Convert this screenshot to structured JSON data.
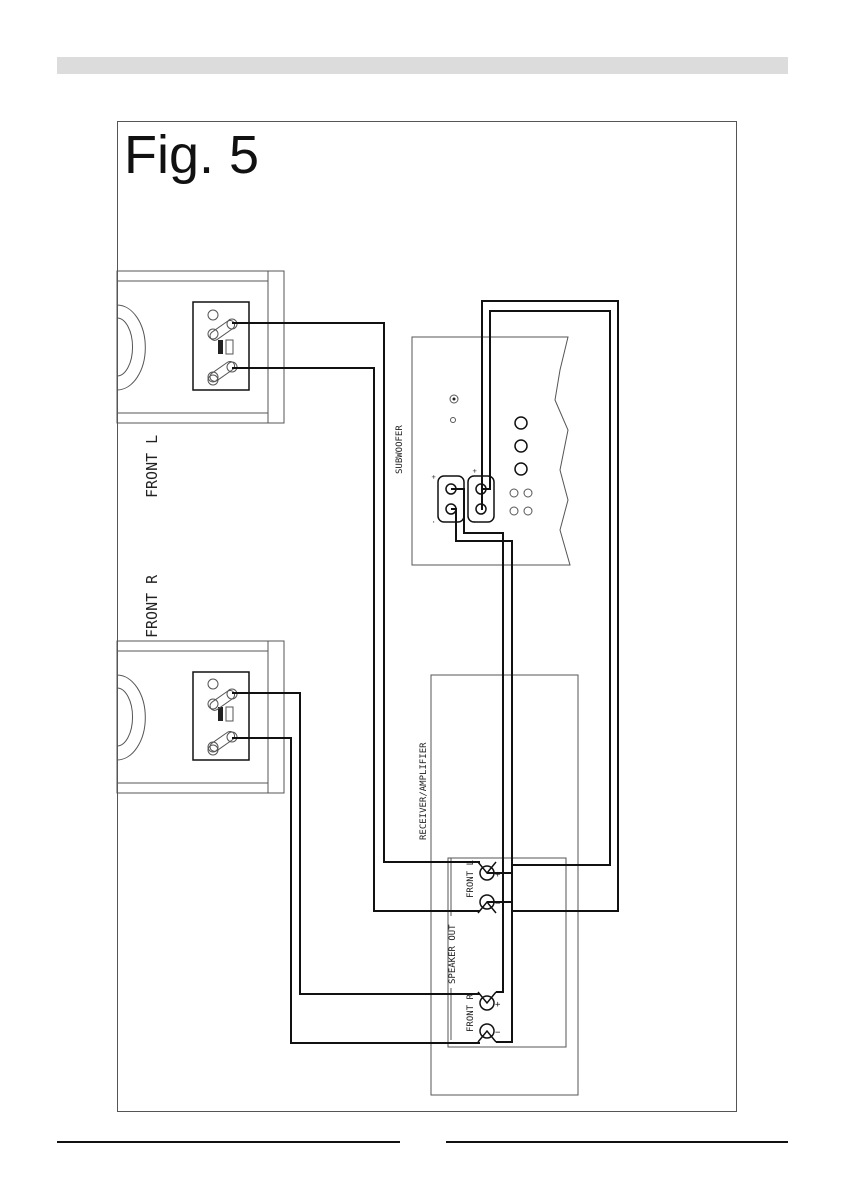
{
  "figure": {
    "title": "Fig. 5"
  },
  "speakers": {
    "front_left_label": "FRONT L",
    "front_right_label": "FRONT R"
  },
  "subwoofer": {
    "label": "SUBWOOFER",
    "terminal_marks": [
      "+",
      "-",
      "+",
      "-"
    ]
  },
  "receiver": {
    "label": "RECEIVER/AMPLIFIER",
    "speaker_out_label": "SPEAKER OUT",
    "front_left_label": "FRONT L",
    "front_right_label": "FRONT R",
    "plus": "+",
    "minus": "−"
  },
  "colors": {
    "wire": "#111111",
    "outline": "#555555",
    "top_band": "#dcdcdc"
  }
}
